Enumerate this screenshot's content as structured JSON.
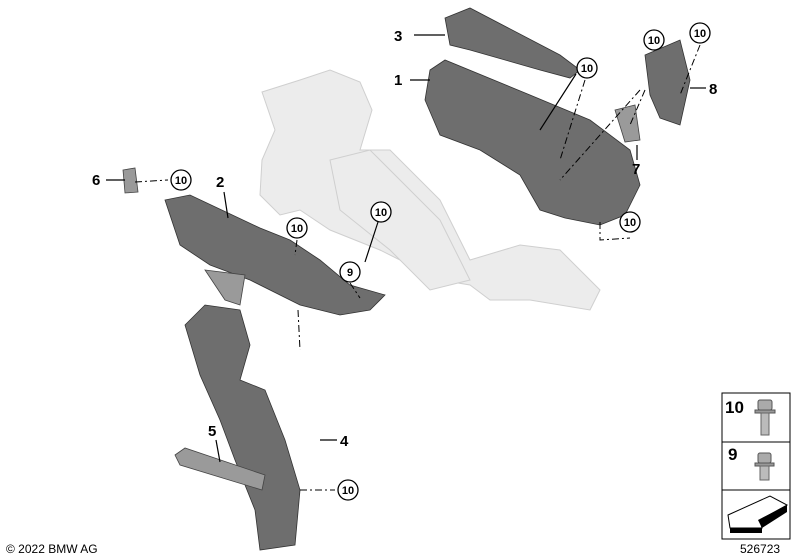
{
  "callouts": {
    "c1": "1",
    "c2": "2",
    "c3": "3",
    "c4": "4",
    "c5": "5",
    "c6": "6",
    "c7": "7",
    "c8": "8",
    "c9": "9",
    "c10": "10"
  },
  "legend": [
    {
      "number": "10",
      "icon": "bolt-icon"
    },
    {
      "number": "9",
      "icon": "bolt-short-icon"
    },
    {
      "number": "",
      "icon": "direction-arrow-icon"
    }
  ],
  "footer": {
    "copyright": "© 2022 BMW AG",
    "diagram_number": "526723"
  }
}
